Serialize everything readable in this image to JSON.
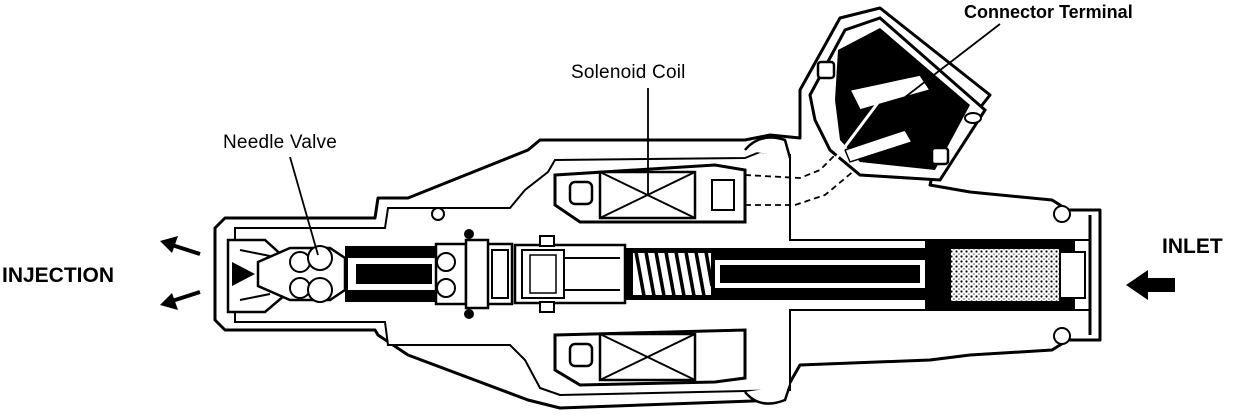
{
  "labels": {
    "connector_terminal": "Connector Terminal",
    "solenoid_coil": "Solenoid Coil",
    "needle_valve": "Needle Valve",
    "injection": "INJECTION",
    "inlet": "INLET"
  },
  "colors": {
    "ink": "#000000",
    "paper": "#ffffff",
    "filter_hatch": "#9a9a9a"
  }
}
